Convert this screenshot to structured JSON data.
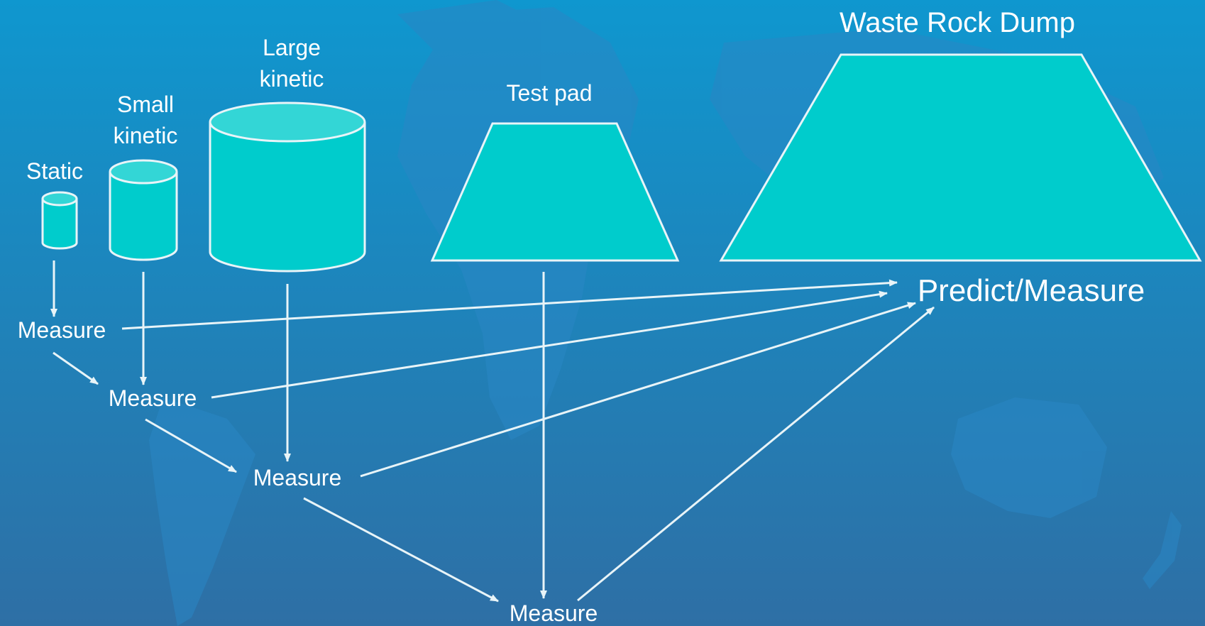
{
  "labels": {
    "static": "Static",
    "small_kinetic_1": "Small",
    "small_kinetic_2": "kinetic",
    "large_kinetic_1": "Large",
    "large_kinetic_2": "kinetic",
    "test_pad": "Test pad",
    "waste_rock_dump": "Waste Rock Dump",
    "predict_measure": "Predict/Measure",
    "measure_1": "Measure",
    "measure_2": "Measure",
    "measure_3": "Measure",
    "measure_4": "Measure"
  },
  "colors": {
    "background_top": "#0f97cf",
    "background_bottom": "#2e6fa5",
    "landmass": "#2a86c4",
    "shape_fill": "#00cccc",
    "shape_top": "#33d6d6",
    "stroke": "#e8f4f8",
    "text": "#ffffff"
  }
}
